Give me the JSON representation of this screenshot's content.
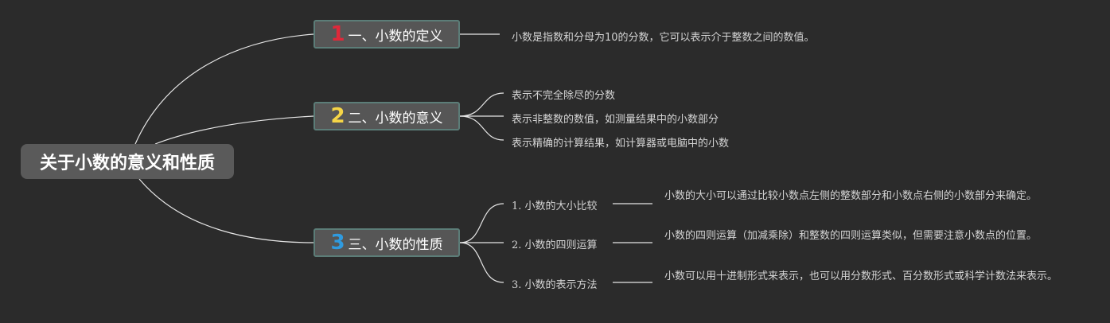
{
  "root": {
    "title": "关于小数的意义和性质"
  },
  "branches": [
    {
      "number": "1",
      "number_color": "#e0283a",
      "title": "一、小数的定义",
      "leaves": [
        "小数是指数和分母为10的分数，它可以表示介于整数之间的数值。"
      ]
    },
    {
      "number": "2",
      "number_color": "#f5d547",
      "title": "二、小数的意义",
      "leaves": [
        "表示不完全除尽的分数",
        "表示非整数的数值，如测量结果中的小数部分",
        "表示精确的计算结果，如计算器或电脑中的小数"
      ]
    },
    {
      "number": "3",
      "number_color": "#2f9be0",
      "title": "三、小数的性质",
      "subitems": [
        {
          "label": "1. 小数的大小比较",
          "desc": "小数的大小可以通过比较小数点左侧的整数部分和小数点右侧的小数部分来确定。"
        },
        {
          "label": "2. 小数的四则运算",
          "desc": "小数的四则运算（加减乘除）和整数的四则运算类似，但需要注意小数点的位置。"
        },
        {
          "label": "3. 小数的表示方法",
          "desc": "小数可以用十进制形式来表示，也可以用分数形式、百分数形式或科学计数法来表示。"
        }
      ]
    }
  ]
}
